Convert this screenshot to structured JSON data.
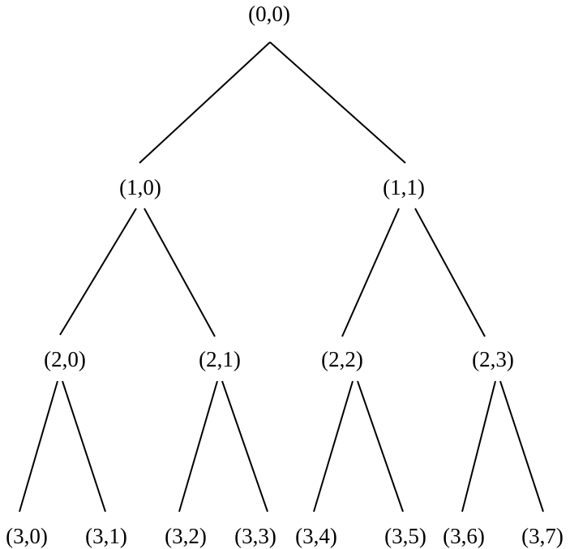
{
  "tree": {
    "nodes": [
      {
        "id": "0-0",
        "label": "(0,0)"
      },
      {
        "id": "1-0",
        "label": "(1,0)"
      },
      {
        "id": "1-1",
        "label": "(1,1)"
      },
      {
        "id": "2-0",
        "label": "(2,0)"
      },
      {
        "id": "2-1",
        "label": "(2,1)"
      },
      {
        "id": "2-2",
        "label": "(2,2)"
      },
      {
        "id": "2-3",
        "label": "(2,3)"
      },
      {
        "id": "3-0",
        "label": "(3,0)"
      },
      {
        "id": "3-1",
        "label": "(3,1)"
      },
      {
        "id": "3-2",
        "label": "(3,2)"
      },
      {
        "id": "3-3",
        "label": "(3,3)"
      },
      {
        "id": "3-4",
        "label": "(3,4)"
      },
      {
        "id": "3-5",
        "label": "(3,5)"
      },
      {
        "id": "3-6",
        "label": "(3,6)"
      },
      {
        "id": "3-7",
        "label": "(3,7)"
      }
    ],
    "edges": [
      {
        "from": "0-0",
        "to": "1-0"
      },
      {
        "from": "0-0",
        "to": "1-1"
      },
      {
        "from": "1-0",
        "to": "2-0"
      },
      {
        "from": "1-0",
        "to": "2-1"
      },
      {
        "from": "1-1",
        "to": "2-2"
      },
      {
        "from": "1-1",
        "to": "2-3"
      },
      {
        "from": "2-0",
        "to": "3-0"
      },
      {
        "from": "2-0",
        "to": "3-1"
      },
      {
        "from": "2-1",
        "to": "3-2"
      },
      {
        "from": "2-1",
        "to": "3-3"
      },
      {
        "from": "2-2",
        "to": "3-4"
      },
      {
        "from": "2-2",
        "to": "3-5"
      },
      {
        "from": "2-3",
        "to": "3-6"
      },
      {
        "from": "2-3",
        "to": "3-7"
      }
    ],
    "line_color": "#000000",
    "text_color": "#000000"
  }
}
